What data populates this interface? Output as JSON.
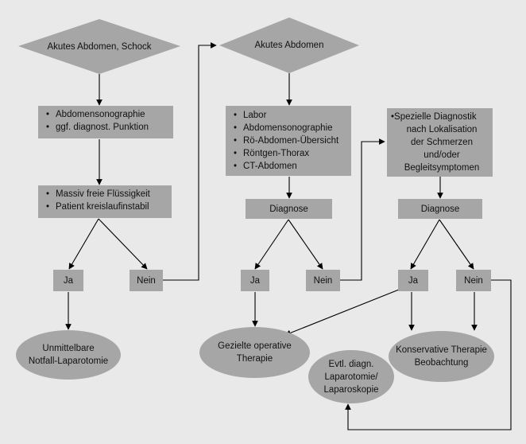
{
  "diamonds": {
    "akutes_schock": "Akutes Abdomen, Schock",
    "akutes": "Akutes Abdomen"
  },
  "col1": {
    "sono_items": [
      "Abdomensonographie",
      "ggf. diagnost. Punktion"
    ],
    "befund_items": [
      "Massiv freie Flüssigkeit",
      "Patient kreislaufinstabil"
    ],
    "ja": "Ja",
    "nein": "Nein",
    "result": [
      "Unmittelbare",
      "Notfall-Laparotomie"
    ]
  },
  "col2": {
    "diag_items": [
      "Labor",
      "Abdomensonographie",
      "Rö-Abdomen-Übersicht",
      "Röntgen-Thorax",
      "CT-Abdomen"
    ],
    "diagnose": "Diagnose",
    "ja": "Ja",
    "nein": "Nein",
    "result": [
      "Gezielte operative",
      "Therapie"
    ]
  },
  "col3": {
    "special": {
      "first": "•Spezielle Diagnostik",
      "rest": [
        "nach Lokalisation",
        "der Schmerzen",
        "und/oder",
        "Begleitsymptomen"
      ]
    },
    "diagnose": "Diagnose",
    "ja": "Ja",
    "nein": "Nein",
    "result_konservativ": [
      "Konservative Therapie",
      "Beobachtung"
    ],
    "result_evtl": [
      "Evtl. diagn.",
      "Laparotomie/",
      "Laparoskopie"
    ]
  }
}
